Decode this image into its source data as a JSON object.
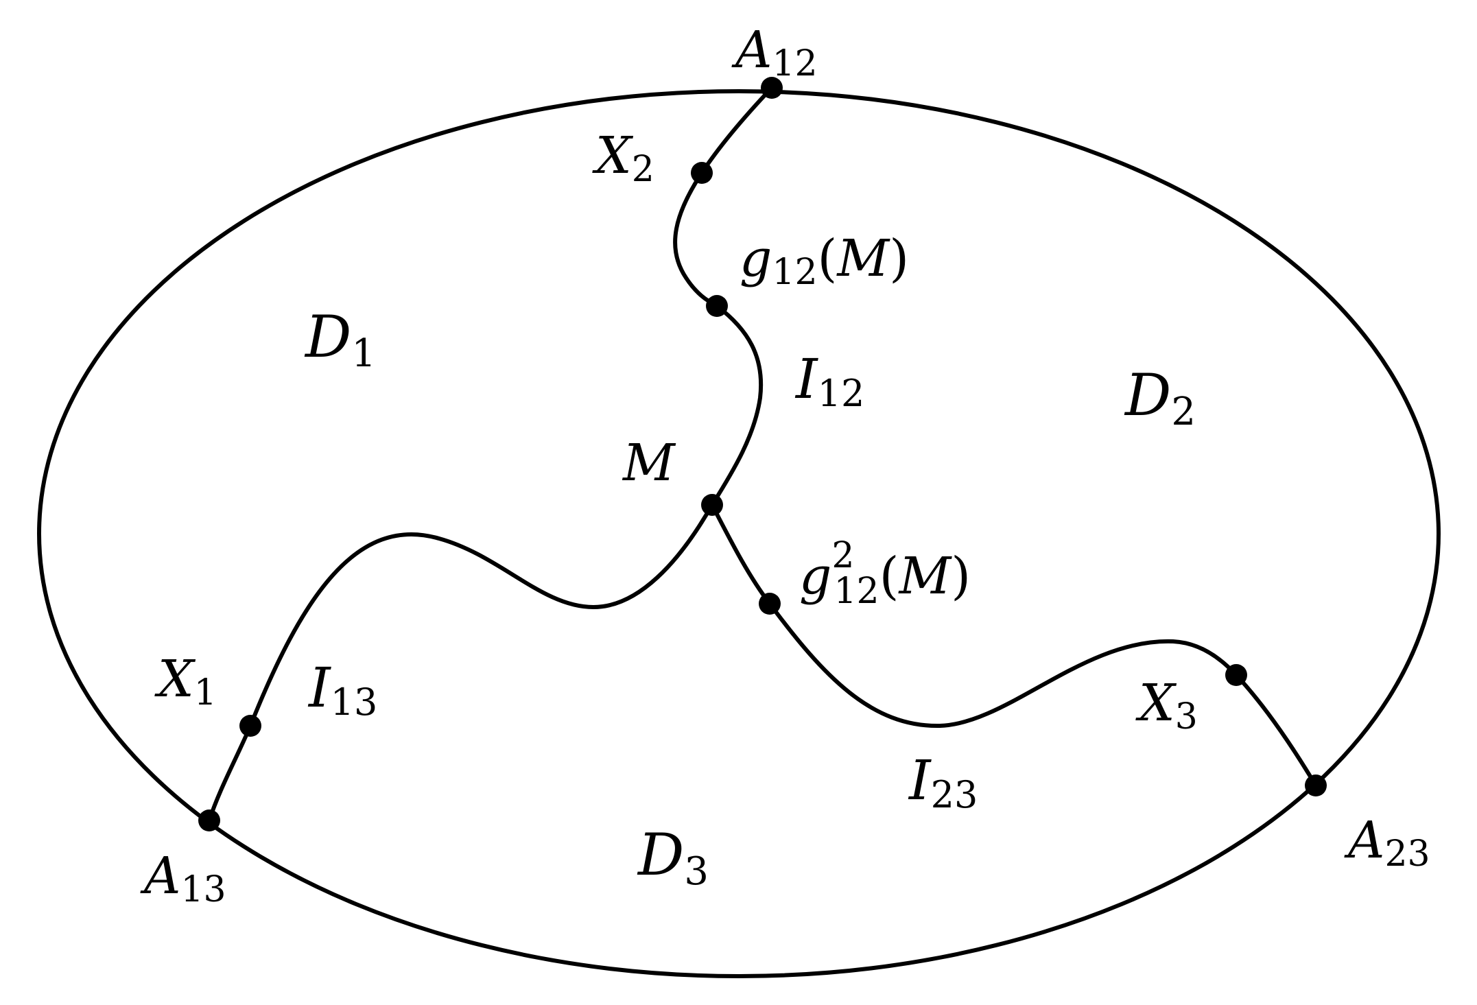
{
  "points": {
    "A12": {
      "base": "A",
      "sub": "12"
    },
    "A13": {
      "base": "A",
      "sub": "13"
    },
    "A23": {
      "base": "A",
      "sub": "23"
    },
    "X1": {
      "base": "X",
      "sub": "1"
    },
    "X2": {
      "base": "X",
      "sub": "2"
    },
    "X3": {
      "base": "X",
      "sub": "3"
    },
    "M": {
      "base": "M"
    },
    "g12M": {
      "base": "g",
      "sub": "12",
      "arg": "M"
    },
    "g12sqM": {
      "base": "g",
      "sup": "2",
      "sub": "12",
      "arg": "M"
    }
  },
  "regions": {
    "D1": {
      "base": "D",
      "sub": "1"
    },
    "D2": {
      "base": "D",
      "sub": "2"
    },
    "D3": {
      "base": "D",
      "sub": "3"
    }
  },
  "interfaces": {
    "I12": {
      "base": "I",
      "sub": "12"
    },
    "I13": {
      "base": "I",
      "sub": "13"
    },
    "I23": {
      "base": "I",
      "sub": "23"
    }
  }
}
